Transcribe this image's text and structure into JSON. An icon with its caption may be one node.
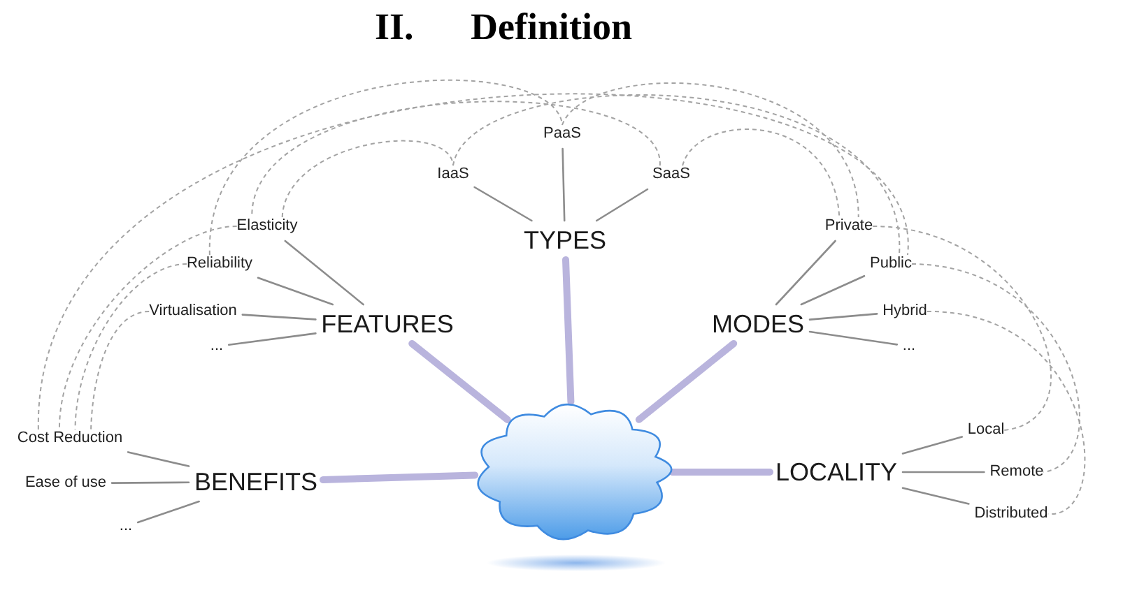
{
  "diagram": {
    "title": "II. Definition",
    "nodes": [
      {
        "text": [
          "TYPES"
        ]
      },
      {
        "text": [
          "IaaS"
        ]
      },
      {
        "text": [
          "PaaS"
        ]
      },
      {
        "text": [
          "SaaS"
        ]
      },
      {
        "text": [
          "FEATURES"
        ]
      },
      {
        "text": [
          "Elasticity"
        ]
      },
      {
        "text": [
          "Reliability"
        ]
      },
      {
        "text": [
          "Virtualisation"
        ]
      },
      {
        "text": [
          "..."
        ]
      },
      {
        "text": [
          "MODES"
        ]
      },
      {
        "text": [
          "Private"
        ]
      },
      {
        "text": [
          "Public"
        ]
      },
      {
        "text": [
          "Hybrid"
        ]
      },
      {
        "text": [
          "..."
        ]
      },
      {
        "text": [
          "BENEFITS"
        ]
      },
      {
        "text": [
          "Cost Reduction"
        ]
      },
      {
        "text": [
          "Ease of use"
        ]
      },
      {
        "text": [
          "..."
        ]
      },
      {
        "text": [],
        "shape": "cloud"
      },
      {
        "text": [
          "LOCALITY"
        ]
      },
      {
        "text": [
          "Local"
        ]
      },
      {
        "text": [
          "Remote"
        ]
      },
      {
        "text": [
          "Distributed"
        ]
      }
    ],
    "edges": [
      {
        "from": 18,
        "to": 0,
        "arrow": "none",
        "style": "thick",
        "color": "#b9b4dd"
      },
      {
        "from": 18,
        "to": 4,
        "arrow": "none",
        "style": "thick",
        "color": "#b9b4dd"
      },
      {
        "from": 18,
        "to": 9,
        "arrow": "none",
        "style": "thick",
        "color": "#b9b4dd"
      },
      {
        "from": 18,
        "to": 14,
        "arrow": "none",
        "style": "thick",
        "color": "#b9b4dd"
      },
      {
        "from": 18,
        "to": 19,
        "arrow": "none",
        "style": "thick",
        "color": "#b9b4dd"
      },
      {
        "from": 0,
        "to": 1,
        "arrow": "none"
      },
      {
        "from": 0,
        "to": 2,
        "arrow": "none"
      },
      {
        "from": 0,
        "to": 3,
        "arrow": "none"
      },
      {
        "from": 4,
        "to": 5,
        "arrow": "none"
      },
      {
        "from": 4,
        "to": 6,
        "arrow": "none"
      },
      {
        "from": 4,
        "to": 7,
        "arrow": "none"
      },
      {
        "from": 4,
        "to": 8,
        "arrow": "none"
      },
      {
        "from": 9,
        "to": 10,
        "arrow": "none"
      },
      {
        "from": 9,
        "to": 11,
        "arrow": "none"
      },
      {
        "from": 9,
        "to": 12,
        "arrow": "none"
      },
      {
        "from": 9,
        "to": 13,
        "arrow": "none"
      },
      {
        "from": 14,
        "to": 15,
        "arrow": "none"
      },
      {
        "from": 14,
        "to": 16,
        "arrow": "none"
      },
      {
        "from": 14,
        "to": 17,
        "arrow": "none"
      },
      {
        "from": 19,
        "to": 20,
        "arrow": "none"
      },
      {
        "from": 19,
        "to": 21,
        "arrow": "none"
      },
      {
        "from": 19,
        "to": 22,
        "arrow": "none"
      },
      {
        "from": 5,
        "to": 1,
        "arrow": "none",
        "style": "dashed"
      },
      {
        "from": 6,
        "to": 2,
        "arrow": "none",
        "style": "dashed"
      },
      {
        "from": 2,
        "to": 10,
        "arrow": "none",
        "style": "dashed"
      },
      {
        "from": 1,
        "to": 11,
        "arrow": "none",
        "style": "dashed"
      },
      {
        "from": 3,
        "to": 5,
        "arrow": "none",
        "style": "dashed"
      },
      {
        "from": 3,
        "to": 10,
        "arrow": "none",
        "style": "dashed"
      },
      {
        "from": 15,
        "to": 11,
        "arrow": "none",
        "style": "dashed"
      },
      {
        "from": 5,
        "to": 15,
        "arrow": "none",
        "style": "dashed"
      },
      {
        "from": 6,
        "to": 15,
        "arrow": "none",
        "style": "dashed"
      },
      {
        "from": 7,
        "to": 15,
        "arrow": "none",
        "style": "dashed"
      },
      {
        "from": 10,
        "to": 20,
        "arrow": "none",
        "style": "dashed"
      },
      {
        "from": 11,
        "to": 21,
        "arrow": "none",
        "style": "dashed"
      },
      {
        "from": 12,
        "to": 22,
        "arrow": "none",
        "style": "dashed"
      }
    ]
  }
}
